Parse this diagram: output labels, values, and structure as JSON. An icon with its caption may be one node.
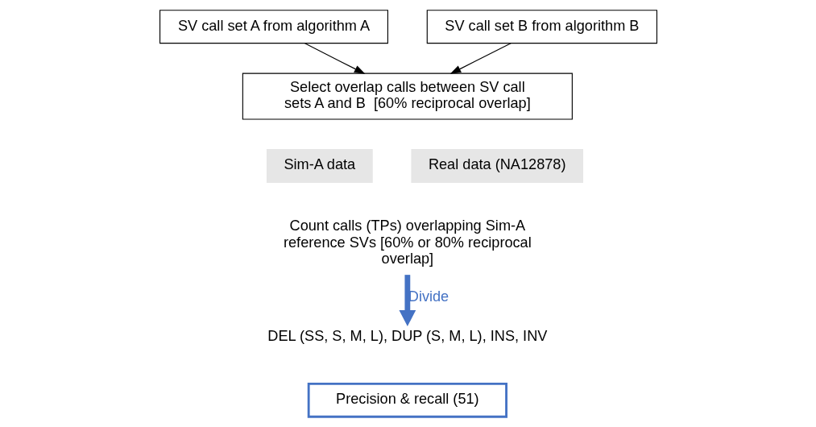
{
  "diagram": {
    "nodes": [
      {
        "text": [
          "SV call set A from algorithm A"
        ]
      },
      {
        "text": [
          "SV call set B from algorithm B"
        ]
      },
      {
        "text": [
          "Select overlap calls between SV call sets A and B  [60% reciprocal overlap]"
        ]
      },
      {
        "text": [
          "Sim-A data"
        ]
      },
      {
        "text": [
          "Real data (NA12878)"
        ]
      },
      {
        "text": [
          "Count calls (TPs) overlapping Sim-A reference SVs [60% or 80% reciprocal overlap]"
        ]
      },
      {
        "text": [
          "DEL (SS, S, M, L), DUP (S, M, L), INS, INV"
        ]
      },
      {
        "text": [
          "Precision & recall (51)"
        ]
      }
    ],
    "edges": [
      {
        "from": 0,
        "to": 2,
        "arrow": "to"
      },
      {
        "from": 1,
        "to": 2,
        "arrow": "to"
      },
      {
        "from": 5,
        "to": 6,
        "arrow": "to",
        "label": "Divide",
        "style": "thick",
        "color": "#4472c4"
      }
    ]
  }
}
